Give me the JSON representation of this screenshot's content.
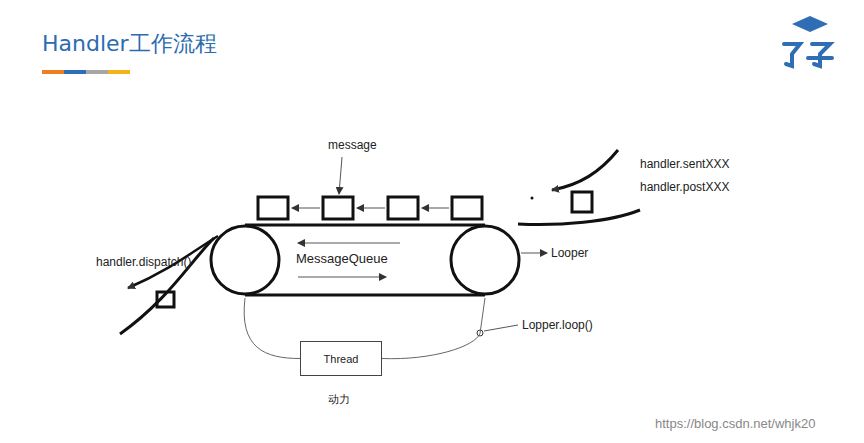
{
  "diagram": {
    "title": "Handler工作流程",
    "nodes": [
      {
        "text": [
          "MessageQueue"
        ]
      },
      {
        "text": [
          "Thread",
          "动力"
        ]
      }
    ],
    "edges": [
      {
        "from": 0,
        "to": 1,
        "arrow": "none"
      },
      {
        "from": 1,
        "to": 0,
        "arrow": "none"
      }
    ],
    "labels": [
      "message",
      "handler.sentXXX",
      "handler.postXXX",
      "handler.dispatch()",
      "Looper",
      "Lopper.loop()",
      "https://blog.csdn.net/whjk20"
    ]
  }
}
